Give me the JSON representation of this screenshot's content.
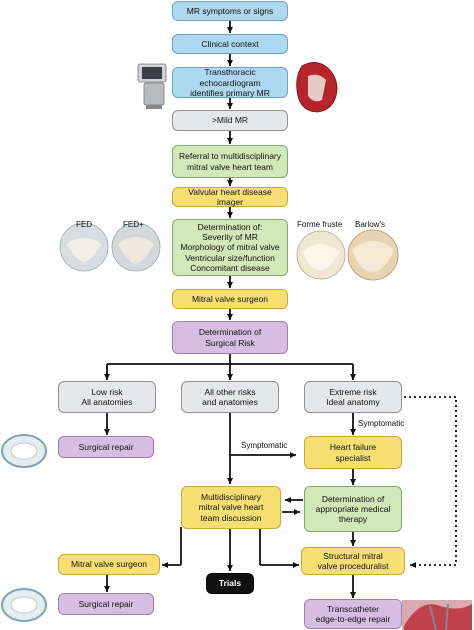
{
  "nodes": {
    "mr_symptoms": "MR symptoms or signs",
    "clinical_context": "Clinical context",
    "tte": "Transthoracic echocardiogram\nidentifies primary MR",
    "mild_mr": ">Mild MR",
    "referral": "Referral to multidisciplinary\nmitral valve heart team",
    "vhd_imager": "Valvular heart disease imager",
    "determination": "Determination of:\nSeverity of MR\nMorphology of mitral valve\nVentricular size/function\nConcomitant disease",
    "mv_surgeon_top": "Mitral valve surgeon",
    "surgical_risk": "Determination of\nSurgical Risk",
    "low_risk": "Low risk\nAll anatomies",
    "other_risks": "All other risks\nand anatomies",
    "extreme_risk": "Extreme risk\nIdeal anatomy",
    "surgical_repair_1": "Surgical repair",
    "hf_specialist": "Heart failure\nspecialist",
    "mdt_discussion": "Multidisciplinary\nmitral valve heart\nteam discussion",
    "medical_therapy": "Determination of\nappropriate medical\ntherapy",
    "mv_surgeon_bottom": "Mitral valve surgeon",
    "trials": "Trials",
    "structural_proceduralist": "Structural mitral\nvalve proceduralist",
    "surgical_repair_2": "Surgical repair",
    "teer": "Transcatheter\nedge-to-edge repair"
  },
  "labels": {
    "symptomatic_1": "Symptomatic",
    "symptomatic_2": "Symptomatic",
    "fed": "FED",
    "fed_plus": "FED+",
    "forme_fruste": "Forme fruste",
    "barlows": "Barlow's"
  },
  "colors": {
    "blue": "#aed7f0",
    "gray": "#e6e7e9",
    "green": "#d3e8b8",
    "yellow": "#f8df72",
    "purple": "#d8bde2",
    "black": "#111111"
  },
  "icons": [
    "ultrasound-machine-icon",
    "heart-illustration-icon",
    "valve-image-icon",
    "annuloplasty-ring-icon",
    "transcatheter-clip-icon"
  ]
}
